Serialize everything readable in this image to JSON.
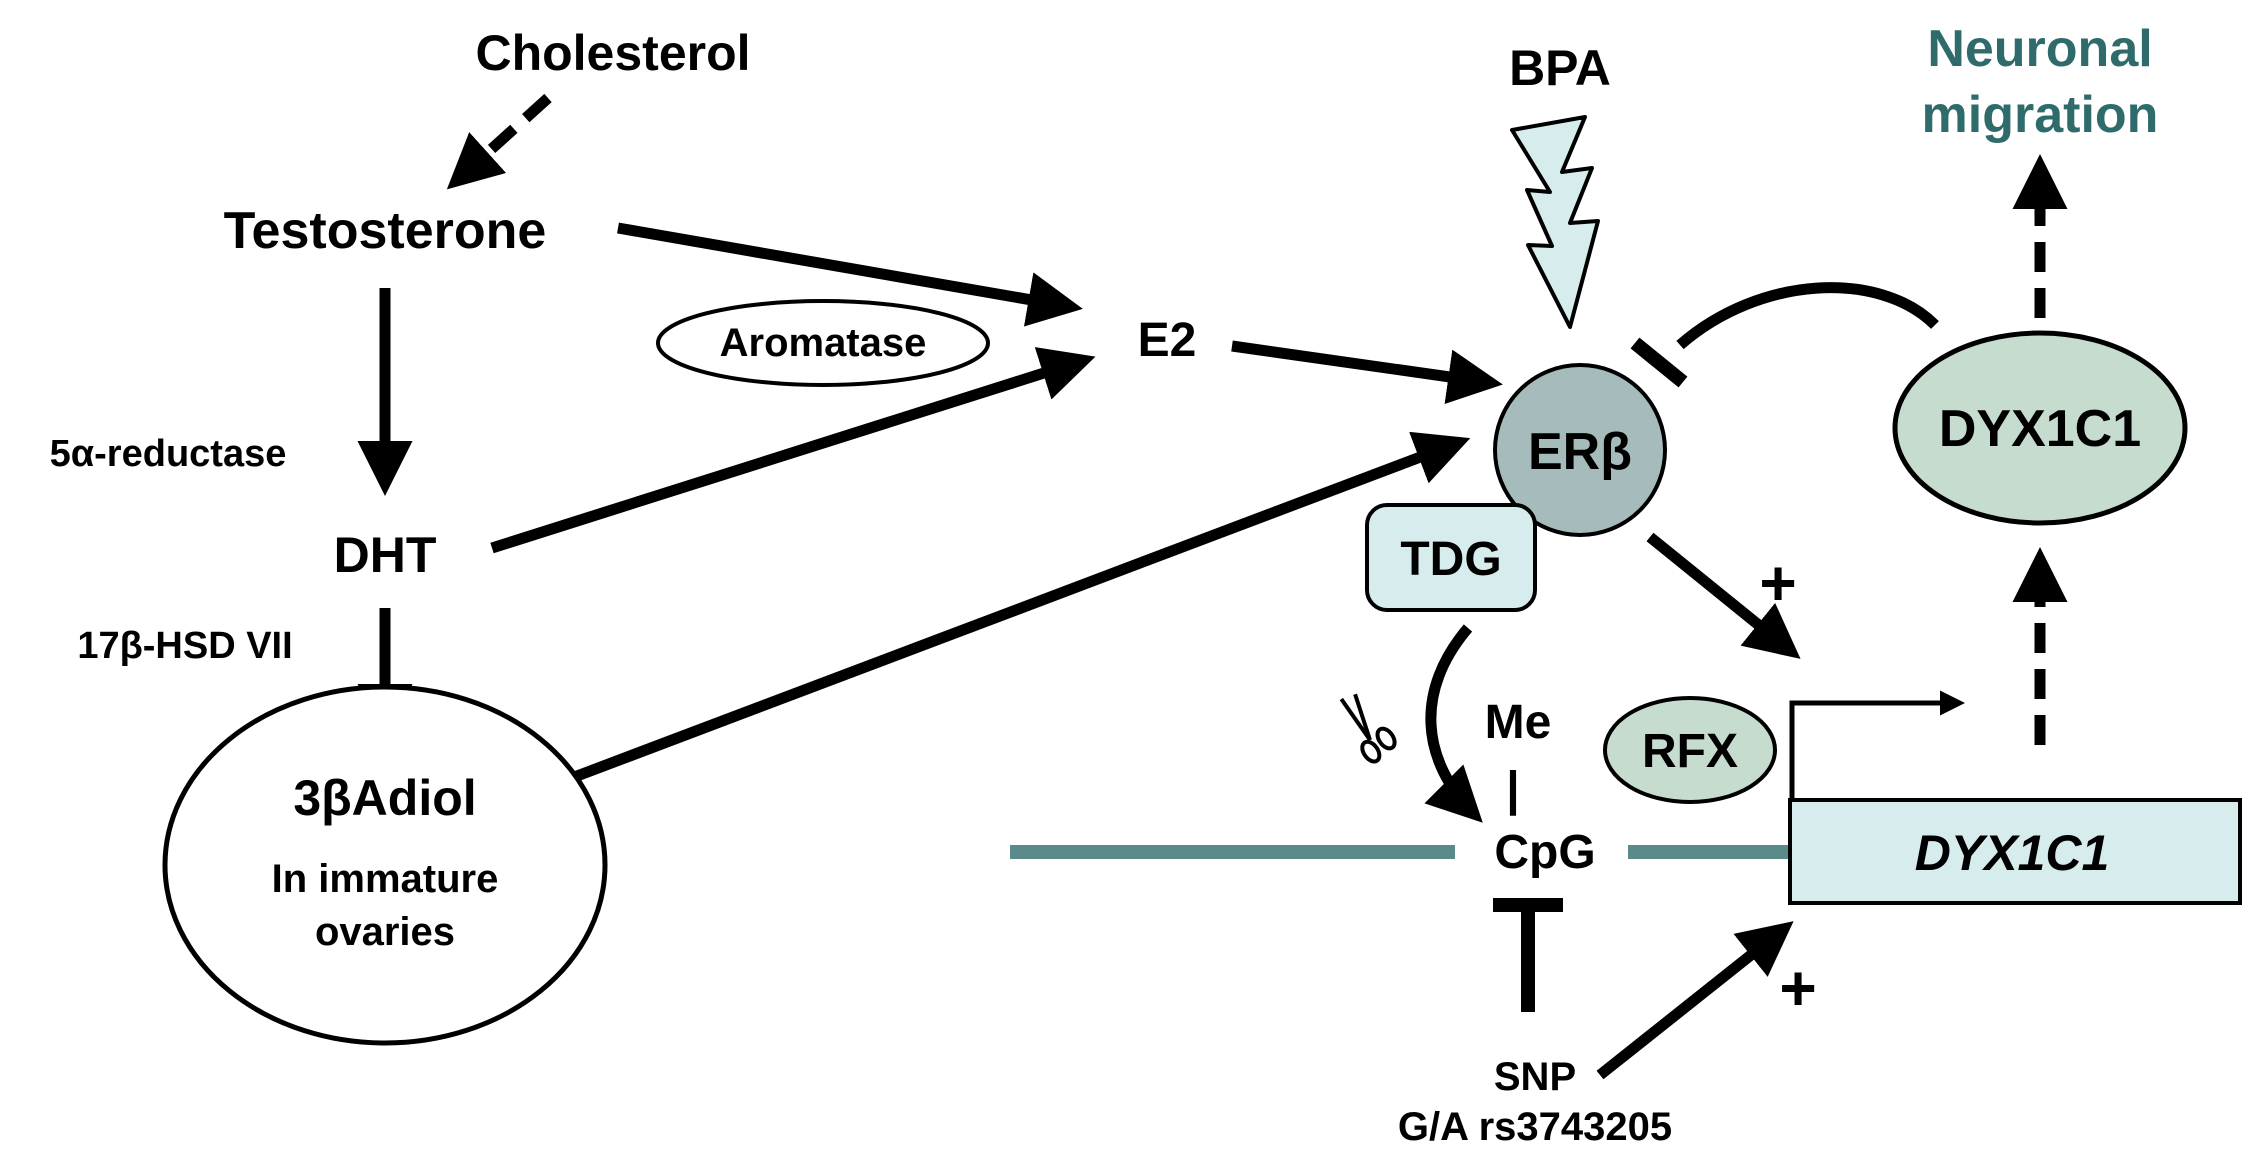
{
  "nodes": {
    "cholesterol": "Cholesterol",
    "testosterone": "Testosterone",
    "aromatase": "Aromatase",
    "e2": "E2",
    "five_alpha_reductase": "5α-reductase",
    "dht": "DHT",
    "hsd": "17β-HSD VII",
    "adiol": "3βAdiol",
    "adiol_note_line1": "In immature",
    "adiol_note_line2": "ovaries",
    "bpa": "BPA",
    "er_beta": "ERβ",
    "tdg": "TDG",
    "me": "Me",
    "cpg": "CpG",
    "rfx": "RFX",
    "gene": "DYX1C1",
    "protein": "DYX1C1",
    "outcome_line1": "Neuronal",
    "outcome_line2": "migration",
    "snp_line1": "SNP",
    "snp_line2": "G/A rs3743205",
    "plus_upper": "+",
    "plus_lower": "+",
    "me_bond": "|"
  },
  "icons": {
    "scissors": "scissors-icon",
    "lightning": "lightning-bolt-icon"
  },
  "colors": {
    "text": "#000000",
    "teal_text": "#2f6b6b",
    "dna_line": "#5b8a8a",
    "er_beta_fill": "#a6bcbc",
    "tdg_fill": "#d7eced",
    "gene_fill": "#d7eced",
    "lightning_fill": "#d7eced",
    "rfx_fill": "#c6dccf",
    "protein_fill": "#c6dccf"
  }
}
